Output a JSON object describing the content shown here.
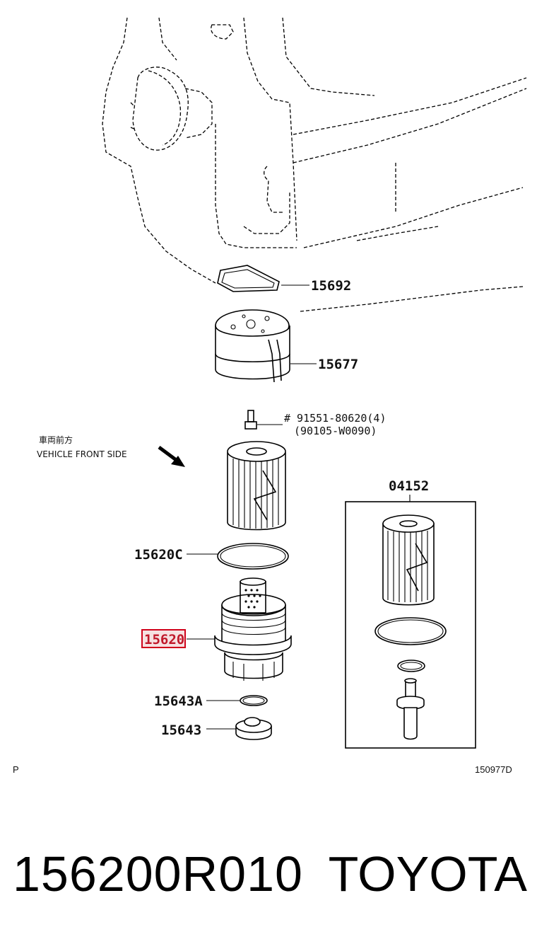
{
  "diagram": {
    "vehicle_note_jp": "車両前方",
    "vehicle_note_en": "VEHICLE FRONT SIDE",
    "parts": {
      "p15692": "15692",
      "p15677": "15677",
      "bolt_line1": "#  91551-80620(4)",
      "bolt_line2": "(90105-W0090)",
      "p04152": "04152",
      "p15620C": "15620C",
      "p15620": "15620",
      "p15643A": "15643A",
      "p15643": "15643"
    },
    "corner_left": "P",
    "corner_right": "150977D",
    "highlight_color": "#d0021b"
  },
  "footer": {
    "part_number": "156200R010",
    "brand": "TOYOTA"
  }
}
